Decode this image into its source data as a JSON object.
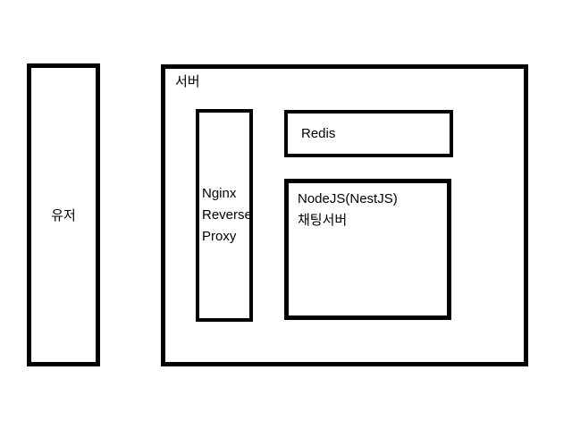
{
  "diagram": {
    "background_color": "#ffffff",
    "stroke_color": "#000000",
    "nodes": {
      "user": {
        "label": "유저"
      },
      "server": {
        "label": "서버"
      },
      "nginx": {
        "label_lines": [
          "Nginx",
          "Reverse",
          "Proxy"
        ]
      },
      "redis": {
        "label": "Redis"
      },
      "nodejs": {
        "label_lines": [
          "NodeJS(NestJS)",
          "채팅서버"
        ]
      }
    }
  }
}
